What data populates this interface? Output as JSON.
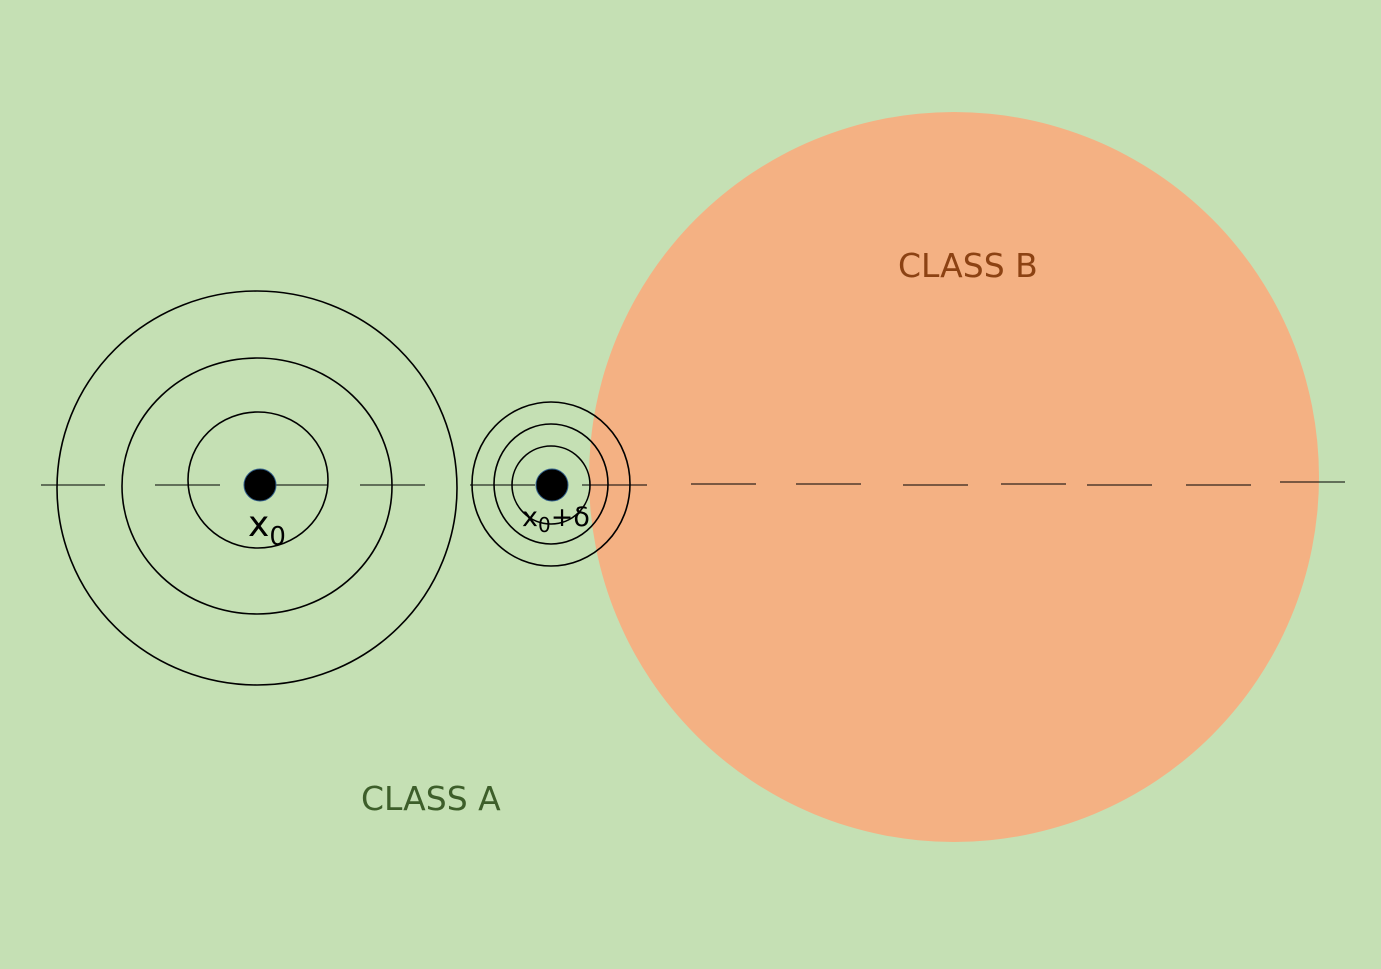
{
  "colors": {
    "class_a_fill": "#c5e0b4",
    "class_b_fill": "#f4b183",
    "class_a_text": "#3d5e2a",
    "class_b_text": "#8c4213",
    "stroke": "#000000"
  },
  "regions": {
    "class_a": {
      "label": "CLASS A"
    },
    "class_b": {
      "label": "CLASS B"
    }
  },
  "points": {
    "original": {
      "base": "x",
      "subscript": "0"
    },
    "perturbed": {
      "base": "x",
      "subscript": "0",
      "suffix": "+δ"
    }
  }
}
